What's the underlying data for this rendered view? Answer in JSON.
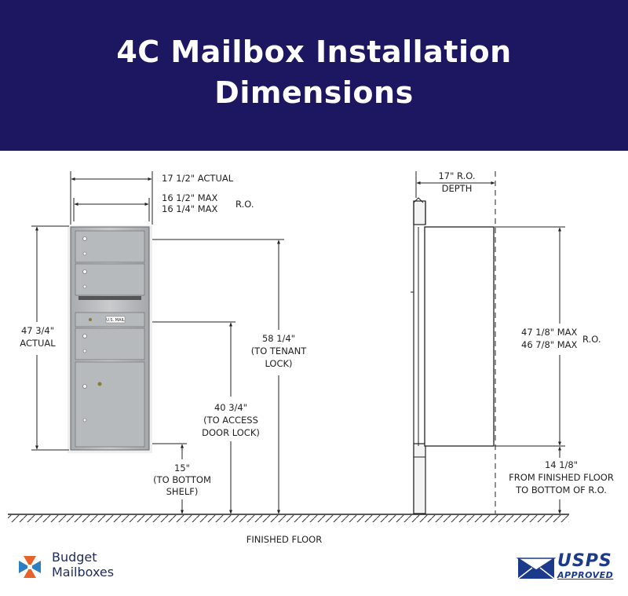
{
  "header": {
    "title_line1": "4C Mailbox Installation",
    "title_line2": "Dimensions",
    "background_color": "#1c1760"
  },
  "front_view": {
    "width_actual": "17 1/2\" ACTUAL",
    "ro_width_max": "16 1/2\" MAX",
    "ro_width_min": "16 1/4\" MAX",
    "ro_width_suffix": "R.O.",
    "height_actual_value": "47 3/4\"",
    "height_actual_label": "ACTUAL",
    "tenant_lock_value": "58 1/4\"",
    "tenant_lock_line1": "(TO TENANT",
    "tenant_lock_line2": "LOCK)",
    "access_lock_value": "40 3/4\"",
    "access_lock_line1": "(TO ACCESS",
    "access_lock_line2": "DOOR LOCK)",
    "bottom_shelf_value": "15\"",
    "bottom_shelf_line1": "(TO BOTTOM",
    "bottom_shelf_line2": "SHELF)",
    "panel_label": "U.S. MAIL"
  },
  "side_view": {
    "depth_value": "17\" R.O.",
    "depth_label": "DEPTH",
    "ro_height_max": "47 1/8\" MAX",
    "ro_height_min": "46 7/8\" MAX",
    "ro_height_suffix": "R.O.",
    "floor_value": "14 1/8\"",
    "floor_line1": "FROM FINISHED FLOOR",
    "floor_line2": "TO BOTTOM OF R.O."
  },
  "floor_label": "FINISHED FLOOR",
  "footer": {
    "brand_line1": "Budget",
    "brand_line2": "Mailboxes",
    "usps_big": "USPS",
    "usps_small": "APPROVED",
    "icons": [
      "budget-mailboxes-logo-icon",
      "usps-eagle-icon"
    ]
  }
}
